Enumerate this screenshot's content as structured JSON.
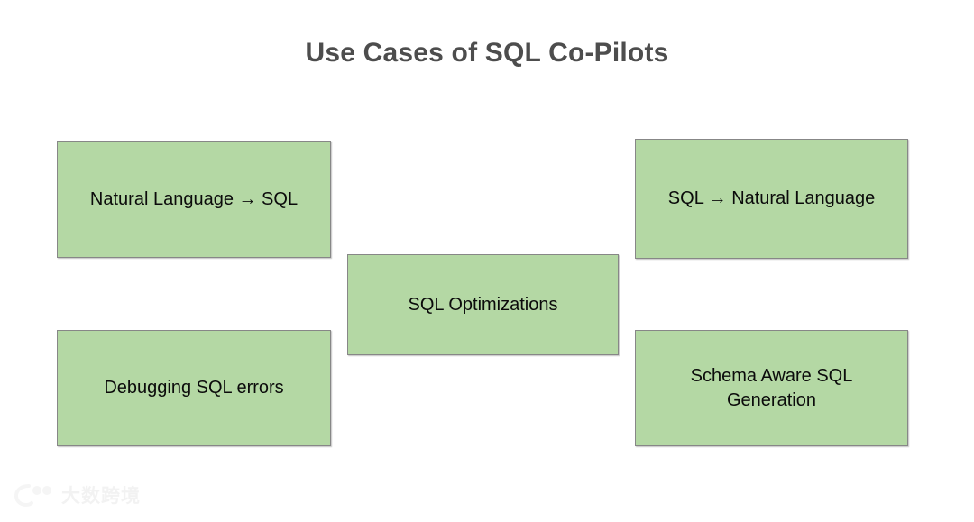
{
  "slide": {
    "title": "Use Cases of SQL Co-Pilots",
    "background_color": "#ffffff",
    "title_color": "#4d4d4d"
  },
  "boxes": {
    "fill_color": "#b4d8a4",
    "border_color": "#878787",
    "text_color": "#0b0b0b",
    "items": [
      {
        "id": "nl-to-sql",
        "label": "Natural Language → SQL",
        "position": "top-left"
      },
      {
        "id": "sql-to-nl",
        "label": "SQL → Natural Language",
        "position": "top-right"
      },
      {
        "id": "sql-optimizations",
        "label": "SQL Optimizations",
        "position": "center"
      },
      {
        "id": "debugging-sql-errors",
        "label": "Debugging SQL errors",
        "position": "bottom-left"
      },
      {
        "id": "schema-aware-sql-generation",
        "label": "Schema Aware SQL\nGeneration",
        "position": "bottom-right"
      }
    ]
  },
  "watermark": {
    "text": "大数跨境",
    "color": "#e9e9e9"
  }
}
